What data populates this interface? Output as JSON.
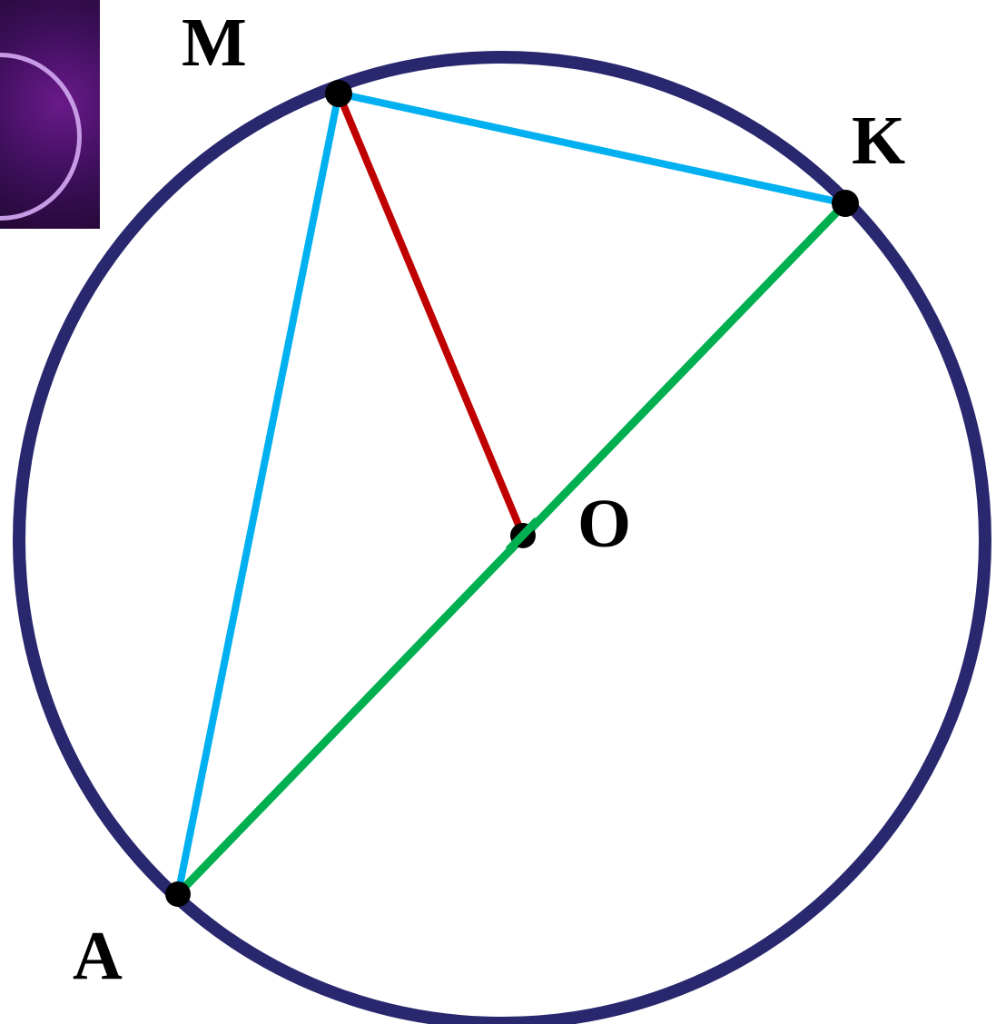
{
  "diagram": {
    "labels": {
      "M": "M",
      "K": "K",
      "O": "O",
      "A": "A"
    },
    "colors": {
      "circle": "#29286f",
      "chords_MA_MK": "#00b0f0",
      "radius_OM": "#c00000",
      "diameter_AK": "#00b050",
      "points": "#000000"
    },
    "segments": [
      {
        "name": "MK",
        "type": "chord",
        "color": "#00b0f0"
      },
      {
        "name": "MA",
        "type": "chord",
        "color": "#00b0f0"
      },
      {
        "name": "OM",
        "type": "radius",
        "color": "#c00000"
      },
      {
        "name": "AK",
        "type": "diameter",
        "color": "#00b050"
      }
    ],
    "thumbnail_icon": "purple-circle-thumbnail"
  }
}
